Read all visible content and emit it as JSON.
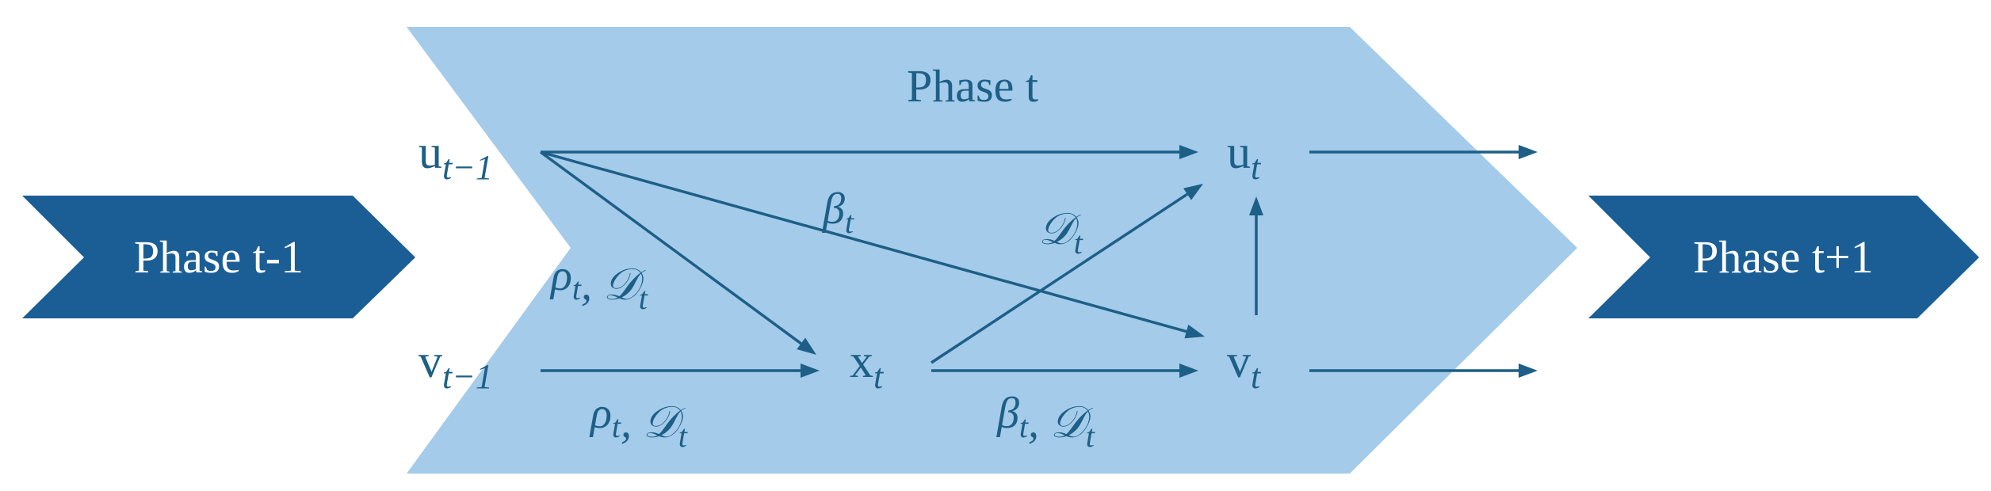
{
  "phases": {
    "prev": "Phase t-1",
    "current": "Phase t",
    "next": "Phase t+1"
  },
  "nodes": {
    "u_prev": {
      "base": "u",
      "sub": "t−1"
    },
    "v_prev": {
      "base": "v",
      "sub": "t−1"
    },
    "x_t": {
      "base": "x",
      "sub": "t"
    },
    "u_t": {
      "base": "u",
      "sub": "t"
    },
    "v_t": {
      "base": "v",
      "sub": "t"
    }
  },
  "edge_labels": {
    "u_prev_to_v_t": [
      {
        "main": "β",
        "sub": "t"
      }
    ],
    "u_prev_to_x_t": [
      {
        "main": "ρ",
        "sub": "t"
      },
      {
        "main": ", "
      },
      {
        "main": "𝒟",
        "sub": "t"
      }
    ],
    "v_prev_to_x_t": [
      {
        "main": "ρ",
        "sub": "t"
      },
      {
        "main": ", "
      },
      {
        "main": "𝒟",
        "sub": "t"
      }
    ],
    "x_t_to_u_t": [
      {
        "main": "𝒟",
        "sub": "t"
      }
    ],
    "x_t_to_v_t": [
      {
        "main": "β",
        "sub": "t"
      },
      {
        "main": ", "
      },
      {
        "main": "𝒟",
        "sub": "t"
      }
    ]
  },
  "colors": {
    "chevron_dark": "#1b5e95",
    "chevron_light": "#a4cbea",
    "ink": "#1d5f86",
    "text_on_dark": "#ffffff"
  }
}
